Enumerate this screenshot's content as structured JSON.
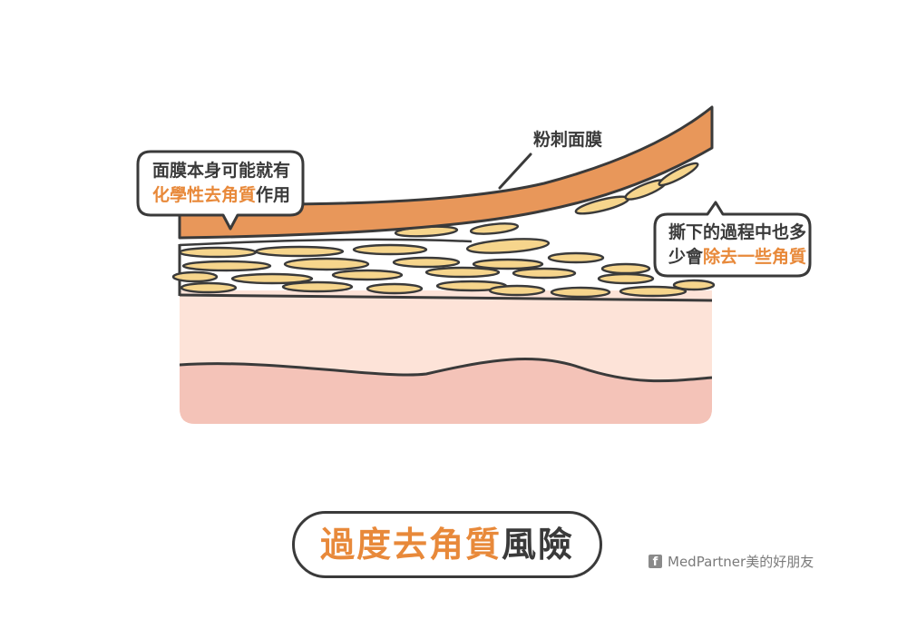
{
  "labels": {
    "pore_strip": "粉刺面膜",
    "bubble_left": {
      "line1": "面膜本身可能就有",
      "line2_highlight": "化學性去角質",
      "line2_rest": "作用"
    },
    "bubble_right": {
      "line1": "撕下的過程中也多",
      "line2_prefix": "少會",
      "line2_highlight": "除去一些角質"
    }
  },
  "title": {
    "highlight": "過度去角質",
    "rest": "風險"
  },
  "brand": {
    "icon": "facebook-icon",
    "text": "MedPartner美的好朋友"
  },
  "colors": {
    "strip": "#e8975a",
    "keratin": "#f6d58c",
    "epidermis": "#fde3d8",
    "dermis": "#f4c3b8",
    "outline": "#3a3a3a",
    "highlight": "#e8893a"
  }
}
